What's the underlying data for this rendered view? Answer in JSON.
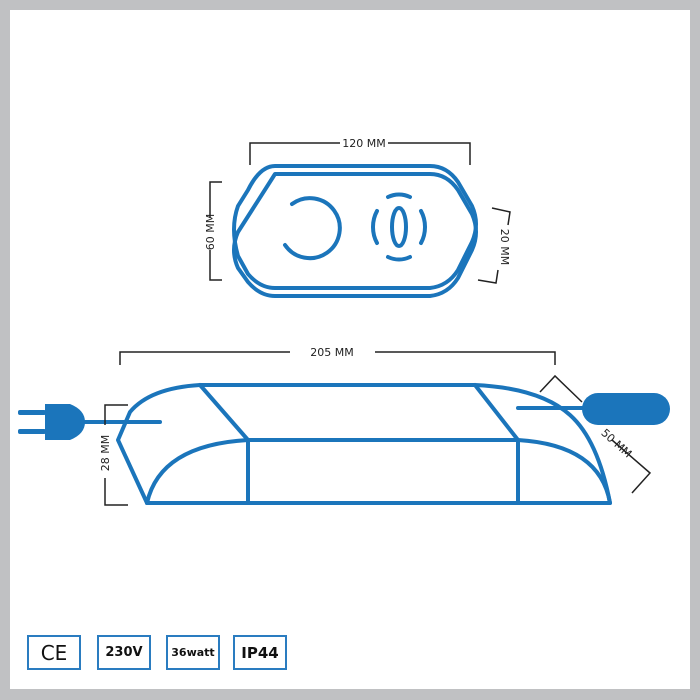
{
  "dimensions": {
    "top_width": "120 MM",
    "top_height": "60 MM",
    "top_depth": "20 MM",
    "side_length": "205 MM",
    "side_height": "28 MM",
    "cable_offset": "50 MM"
  },
  "badges": [
    "CE",
    "230V",
    "36watt",
    "IP44"
  ],
  "colors": {
    "outline": "#1b75bb",
    "frame": "#c0c1c3",
    "badge_border": "#2a7cc0"
  }
}
